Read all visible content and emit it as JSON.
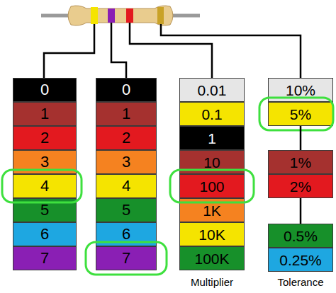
{
  "diagram": {
    "nodes": [
      {
        "text": [
          "0"
        ]
      },
      {
        "text": [
          "1"
        ]
      },
      {
        "text": [
          "2"
        ]
      },
      {
        "text": [
          "3"
        ]
      },
      {
        "text": [
          "4"
        ]
      },
      {
        "text": [
          "5"
        ]
      },
      {
        "text": [
          "6"
        ]
      },
      {
        "text": [
          "7"
        ]
      },
      {
        "text": [
          "0"
        ]
      },
      {
        "text": [
          "1"
        ]
      },
      {
        "text": [
          "2"
        ]
      },
      {
        "text": [
          "3"
        ]
      },
      {
        "text": [
          "4"
        ]
      },
      {
        "text": [
          "5"
        ]
      },
      {
        "text": [
          "6"
        ]
      },
      {
        "text": [
          "7"
        ]
      },
      {
        "text": [
          "0.01"
        ]
      },
      {
        "text": [
          "0.1"
        ]
      },
      {
        "text": [
          "1"
        ]
      },
      {
        "text": [
          "10"
        ]
      },
      {
        "text": [
          "100"
        ]
      },
      {
        "text": [
          "1K"
        ]
      },
      {
        "text": [
          "10K"
        ]
      },
      {
        "text": [
          "100K"
        ]
      },
      {
        "text": [
          "10%"
        ]
      },
      {
        "text": [
          "5%"
        ]
      },
      {
        "text": [
          "1%"
        ]
      },
      {
        "text": [
          "2%"
        ]
      },
      {
        "text": [
          "0.5%"
        ]
      },
      {
        "text": [
          "0.25%"
        ]
      }
    ],
    "edges": [
      {
        "from": 25,
        "to": 26,
        "arrow": "none"
      },
      {
        "from": 27,
        "to": 28,
        "arrow": "none"
      }
    ],
    "labels": [
      "Multiplier",
      "Tolerance"
    ]
  }
}
